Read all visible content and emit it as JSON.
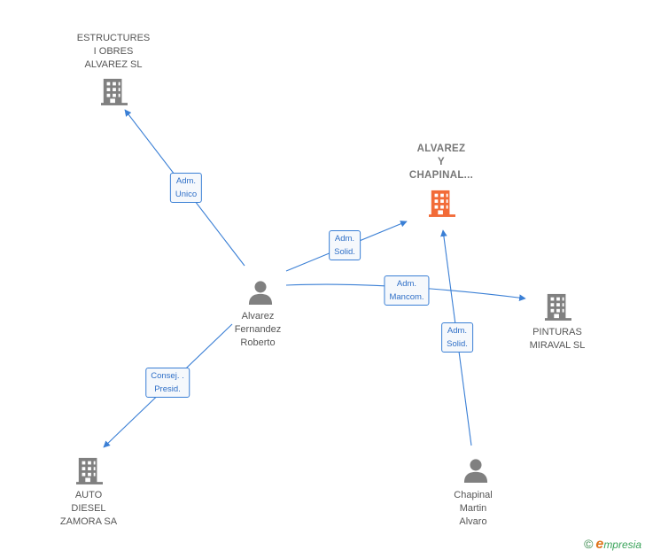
{
  "nodes": {
    "estructures": {
      "lines": [
        "ESTRUCTURES",
        "I OBRES",
        "ALVAREZ  SL"
      ],
      "type": "company",
      "color": "#808080"
    },
    "alvarez_chapinal": {
      "lines": [
        "ALVAREZ",
        "Y",
        "CHAPINAL..."
      ],
      "type": "company",
      "color": "#f26b38"
    },
    "pinturas": {
      "lines": [
        "PINTURAS",
        "MIRAVAL  SL"
      ],
      "type": "company",
      "color": "#808080"
    },
    "auto_diesel": {
      "lines": [
        "AUTO",
        "DIESEL",
        "ZAMORA SA"
      ],
      "type": "company",
      "color": "#808080"
    },
    "alvarez_fernandez": {
      "lines": [
        "Alvarez",
        "Fernandez",
        "Roberto"
      ],
      "type": "person",
      "color": "#808080"
    },
    "chapinal_martin": {
      "lines": [
        "Chapinal",
        "Martin",
        "Alvaro"
      ],
      "type": "person",
      "color": "#808080"
    }
  },
  "edges": [
    {
      "from": "alvarez_fernandez",
      "to": "estructures",
      "lines": [
        "Adm.",
        "Unico"
      ]
    },
    {
      "from": "alvarez_fernandez",
      "to": "alvarez_chapinal",
      "lines": [
        "Adm.",
        "Solid."
      ]
    },
    {
      "from": "alvarez_fernandez",
      "to": "pinturas",
      "lines": [
        "Adm.",
        "Mancom."
      ]
    },
    {
      "from": "alvarez_fernandez",
      "to": "auto_diesel",
      "lines": [
        "Consej. .",
        "Presid."
      ]
    },
    {
      "from": "chapinal_martin",
      "to": "alvarez_chapinal",
      "lines": [
        "Adm.",
        "Solid."
      ]
    }
  ],
  "colors": {
    "edge": "#3a7fd5"
  },
  "footer": {
    "copyright": "©",
    "brand_initial": "e",
    "brand_rest": "mpresia"
  }
}
